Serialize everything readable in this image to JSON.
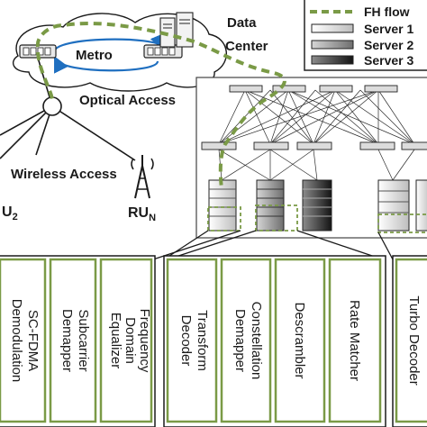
{
  "labels": {
    "data_center_line1": "Data",
    "data_center_line2": "Center",
    "metro": "Metro",
    "optical_access": "Optical Access",
    "wireless_access": "Wireless Access",
    "ru2_main": "U",
    "ru2_sub": "2",
    "run_main": "RU",
    "run_sub": "N"
  },
  "legend": {
    "fh_flow": "FH flow",
    "server1": "Server 1",
    "server2": "Server 2",
    "server3": "Server 3"
  },
  "blocks": {
    "b1": "SC-FDMA Demodulation",
    "b2": "Subcarrier Demapper",
    "b3": "Frequency Domain Equalizer",
    "b4": "Transform Decoder",
    "b5": "Constellation Demapper",
    "b6": "Descrambler",
    "b7": "Rate Matcher",
    "b8": "Turbo Decoder"
  },
  "colors": {
    "fh_flow": "#7a9a46",
    "metro_ring": "#1f6fc0",
    "server1": "#e8e8e8",
    "server2": "#9a9a9a",
    "server3": "#3a3a3a"
  }
}
